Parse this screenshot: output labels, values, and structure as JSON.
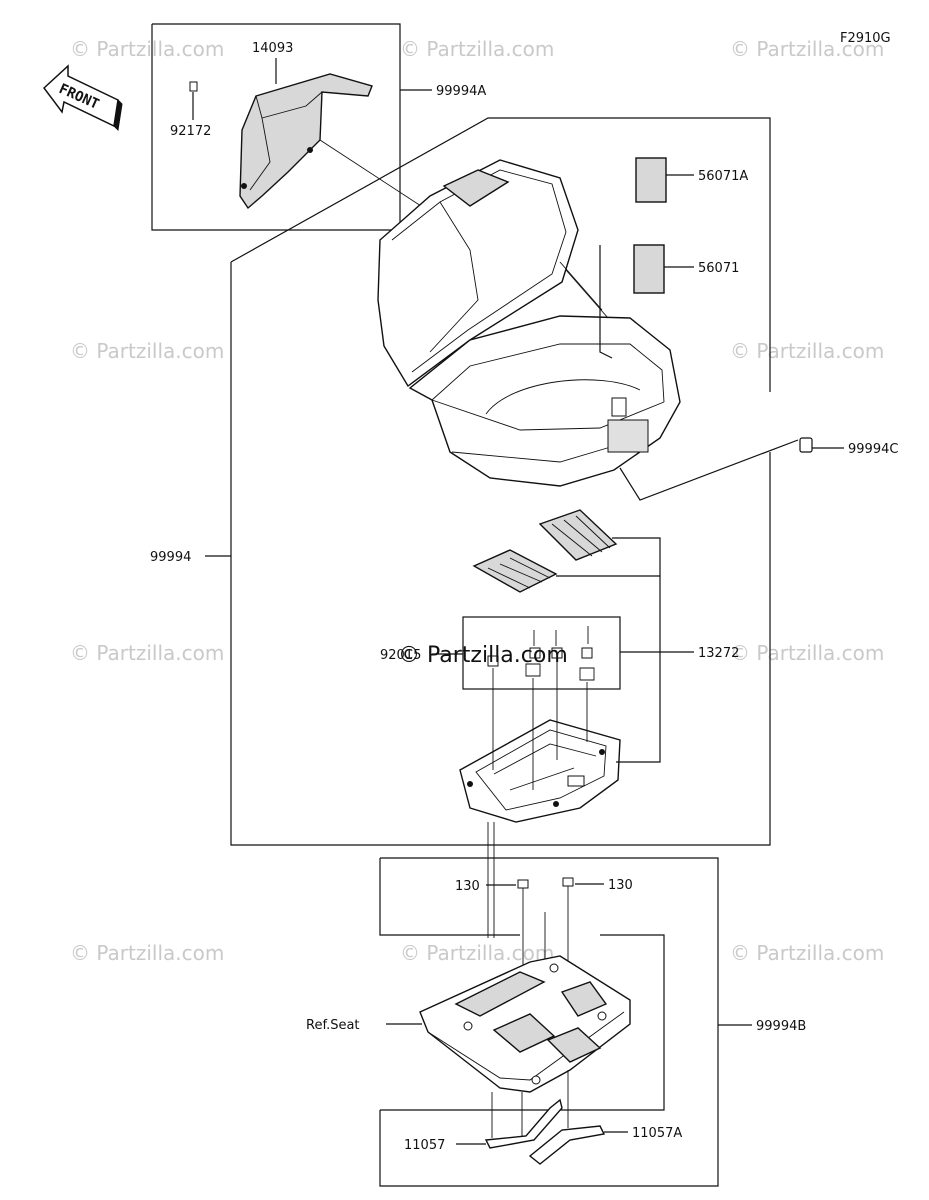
{
  "figure_code": "F2910G",
  "direction_label": "FRONT",
  "watermark_text": "© Partzilla.com",
  "watermark_center_text": "© Partzilla.com",
  "parts": {
    "p14093": "14093",
    "p92172": "92172",
    "p99994A": "99994A",
    "p56071A": "56071A",
    "p56071": "56071",
    "p99994C": "99994C",
    "p99994": "99994",
    "p92015": "92015",
    "p13272": "13272",
    "p130_left": "130",
    "p130_right": "130",
    "pRefSeat": "Ref.Seat",
    "p99994B": "99994B",
    "p11057": "11057",
    "p11057A": "11057A"
  }
}
